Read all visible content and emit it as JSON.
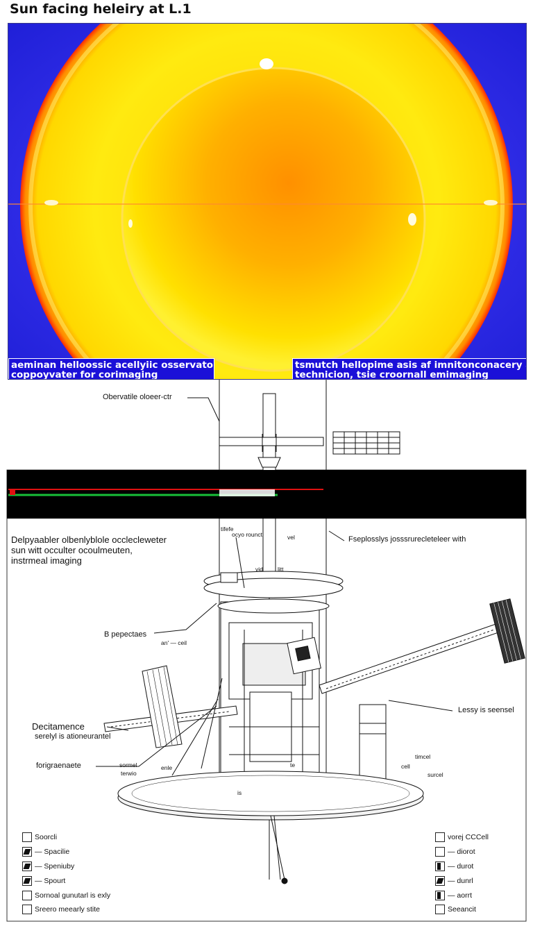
{
  "title": "Sun facing heleiry at L.1",
  "sun_panel": {
    "caption_left": [
      "aeminan helloossic acellyiic osservator",
      "coppoyvater for corimaging"
    ],
    "caption_right": [
      "tsmutch hellopime asis af imnitonconacery a vitn",
      "technicion, tsie croornall emimaging"
    ]
  },
  "diagram": {
    "label_top": "Obervatile oloeer-ctr",
    "label_left_block": [
      "Delpyaabler olbenlyblole occlecleweter",
      "sun witt occulter ocoulmeuten,",
      "instrmeal imaging"
    ],
    "label_right_top": "Fseplosslys josssrurecleteleer with",
    "label_near_mast_1": "tifefe",
    "label_near_mast_2": "ocyo rounct",
    "label_near_mast_3": "vel",
    "label_near_mast_4": "vid",
    "label_near_mast_5": "litt",
    "label_spaces": "B pepectaes",
    "label_spaces_sub": "an' — ceil",
    "label_deci": "Decitamence",
    "label_deci_sub": "serelyl is ationeurantel",
    "label_instrument": "forigraenaete",
    "label_instrument_sub1": "sormel",
    "label_instrument_sub2": "terwio",
    "label_instrument_sub3": "enle",
    "label_right_mid": "Lessy is seensel",
    "label_right_low1": "timcel",
    "label_right_low2": "cell",
    "label_right_low3": "surcel",
    "label_te": "te",
    "label_is": "is"
  },
  "legend_left": [
    {
      "label": "Soorcli",
      "style": "empty"
    },
    {
      "label": "— Spacilie",
      "style": "filled"
    },
    {
      "label": "— Speniuby",
      "style": "filled"
    },
    {
      "label": "— Spourt",
      "style": "filled"
    },
    {
      "label": "Sornoal gunutarl is exly",
      "style": "empty"
    },
    {
      "label": "Sreero meearly stite",
      "style": "empty"
    }
  ],
  "legend_right": [
    {
      "label": "vorej CCCell",
      "style": "empty"
    },
    {
      "label": "— diorot",
      "style": "empty"
    },
    {
      "label": "— durot",
      "style": "half"
    },
    {
      "label": "— dunrl",
      "style": "filled"
    },
    {
      "label": "— aorrt",
      "style": "half"
    },
    {
      "label": "Seeancit",
      "style": "empty"
    }
  ],
  "colors": {
    "sun_core": "#ff9a00",
    "sun_outer": "#ffe300",
    "background_blue": "#2528e0",
    "caption_bg": "#1b10d8",
    "band_black": "#000000",
    "band_red": "#e01010",
    "band_green": "#18c038"
  }
}
